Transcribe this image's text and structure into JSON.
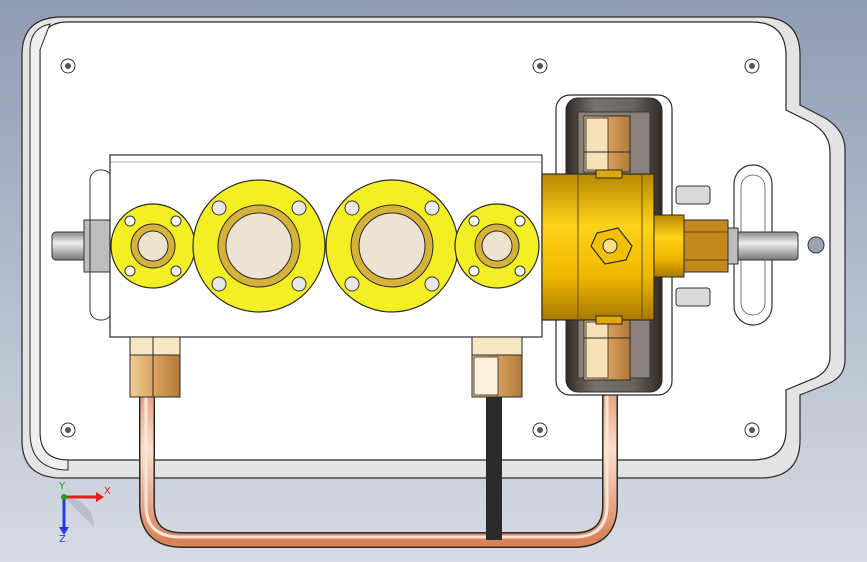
{
  "viewport": {
    "background_top": "#8e9cb4",
    "background_bottom": "#d7dce4"
  },
  "colors": {
    "plate": "#ffffff",
    "plate_base": "#e6e6e6",
    "outline": "#2a2a2a",
    "yellow": "#f2ee22",
    "yellow_dark": "#c9c300",
    "gold": "#e3b000",
    "brass_light": "#f8e6a8",
    "brass_dark": "#b98c4a",
    "beige": "#ece3d3",
    "copper": "#e59b78",
    "copper_light": "#f7d4bf",
    "hex_fitting": "#c5891c",
    "steel": "#c9c9c9",
    "wheel_dark": "#4a4540"
  },
  "coordinate_triad": {
    "x_label": "X",
    "y_label": "Y",
    "z_label": "Z",
    "x_color": "#e02020",
    "y_color": "#1ba31b",
    "z_color": "#2a3ad8"
  }
}
